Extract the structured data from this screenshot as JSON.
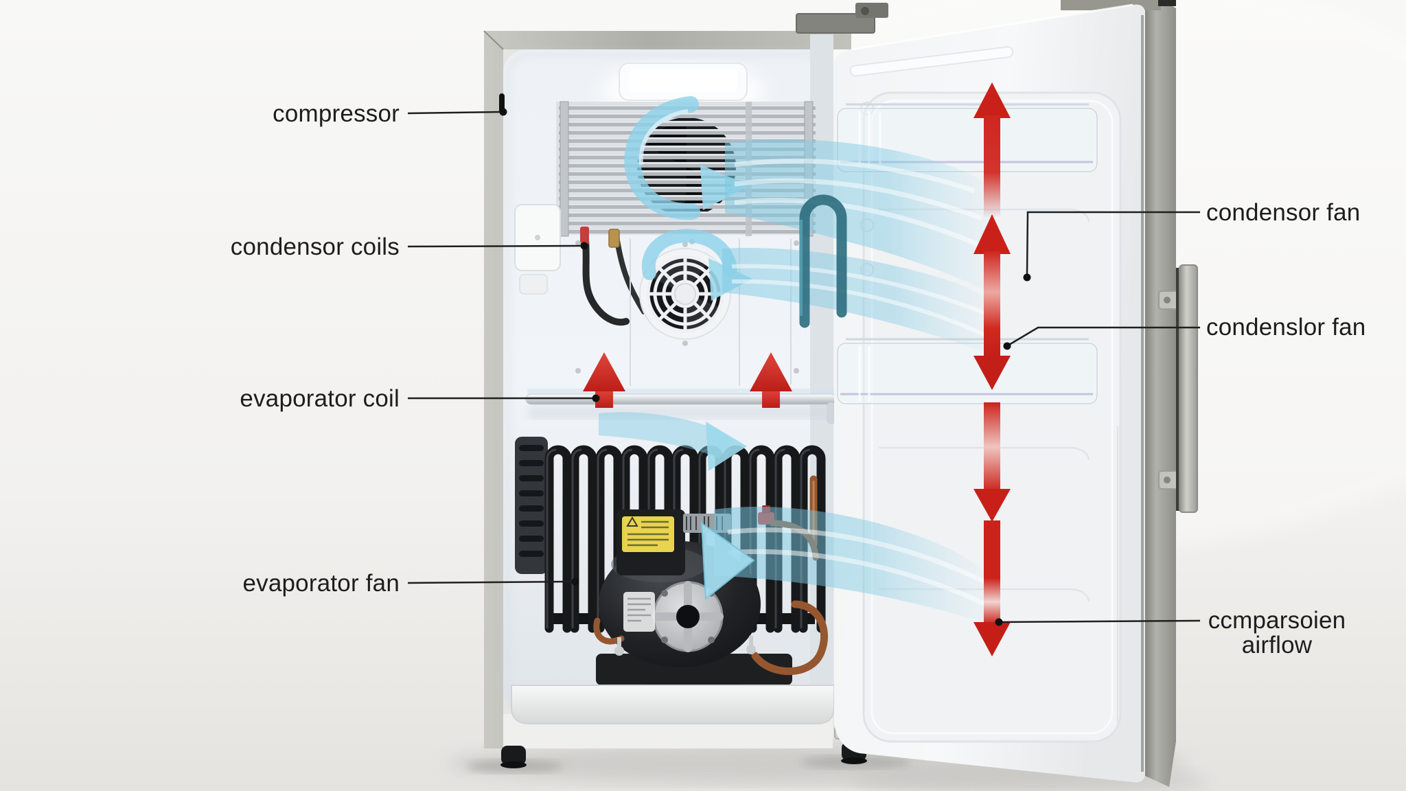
{
  "diagram": {
    "subject": "refrigerator cooling-system cutaway with airflow annotation",
    "background_color": "#f4f3f1"
  },
  "colors": {
    "label_text": "#1d1d1d",
    "leader_line": "#1f1f1f",
    "cold_airflow_blue": "#8fd3ea",
    "warm_airflow_red": "#cf2620",
    "cabinet_steel": "#b6b6b0",
    "interior_white": "#f2f5f8",
    "compressor_black": "#1a1c1e",
    "copper_pipe": "#96572f",
    "duct_teal": "#2f6f80"
  },
  "annotations": {
    "left": [
      {
        "id": "compressor",
        "label": "compressor"
      },
      {
        "id": "condensor-coils",
        "label": "condensor coils"
      },
      {
        "id": "evaporator-coil",
        "label": "evaporator coil"
      },
      {
        "id": "evaporator-fan",
        "label": "evaporator fan"
      }
    ],
    "right": [
      {
        "id": "condensor-fan",
        "label": "condensor fan"
      },
      {
        "id": "condenslor-fan",
        "label": "condenslor fan"
      },
      {
        "id": "compressor-airflow",
        "label": "ccmparsoien\nairflow"
      }
    ]
  }
}
